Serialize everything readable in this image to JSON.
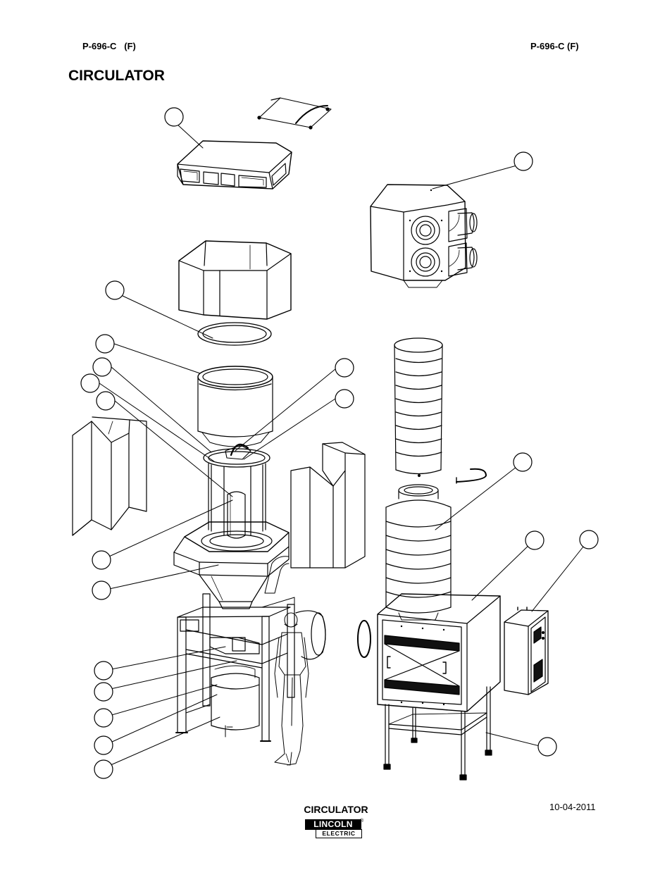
{
  "header": {
    "code_left": "P-696-C   (F)",
    "code_right": "P-696-C (F)"
  },
  "title": "CIRCULATOR",
  "footer": {
    "title": "CIRCULATOR",
    "date": "10-04-2011",
    "brand_top": "LINCOLN",
    "brand_bottom": "ELECTRIC",
    "brand_mark": "®"
  },
  "callout_count": 20
}
